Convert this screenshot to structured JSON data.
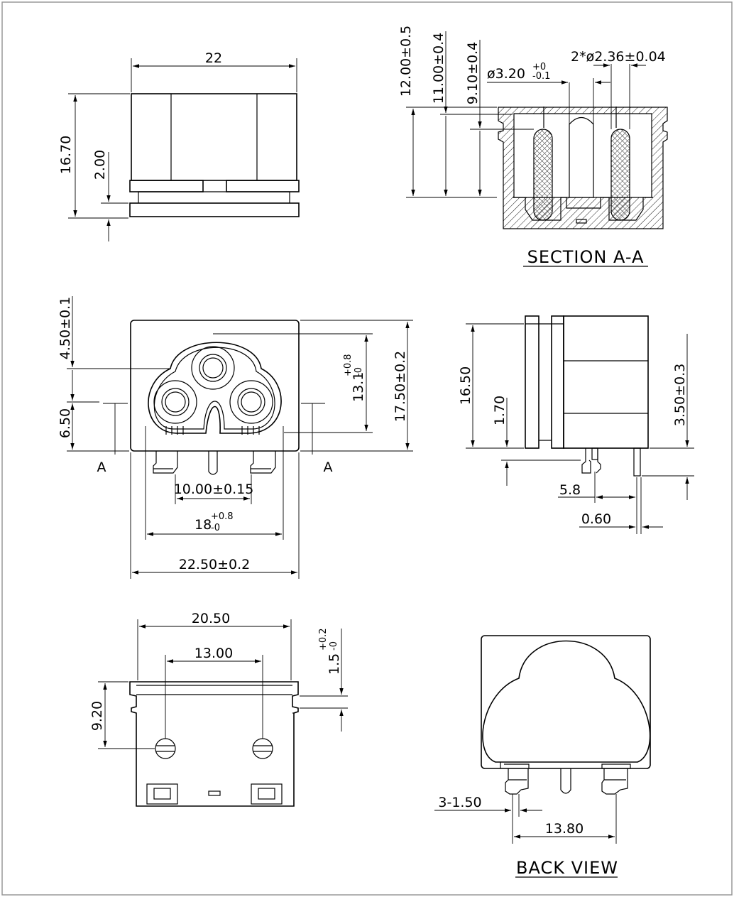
{
  "top_view": {
    "width_dim": "22",
    "height_dim": "16.70",
    "flange_dim": "2.00"
  },
  "section": {
    "title": "SECTION A-A",
    "dim_12": "12.00±0.5",
    "dim_11": "11.00±0.4",
    "dim_9": "9.10±0.4",
    "dim_dia_main": "ø3.20",
    "dim_dia_tol_top": "+0",
    "dim_dia_tol_bot": "-0.1",
    "dim_pin": "2*ø2.36±0.04"
  },
  "front_view": {
    "dim_450": "4.50±0.1",
    "dim_650": "6.50",
    "dim_131_main": "13.1",
    "dim_131_tol_top": "+0.8",
    "dim_131_tol_bot": "-0",
    "dim_1750": "17.50±0.2",
    "dim_1000": "10.00±0.15",
    "dim_18_main": "18",
    "dim_18_tol_top": "+0.8",
    "dim_18_tol_bot": "-0",
    "dim_2250": "22.50±0.2",
    "section_mark_left": "A",
    "section_mark_right": "A"
  },
  "side_view": {
    "dim_1650": "16.50",
    "dim_170": "1.70",
    "dim_350": "3.50±0.3",
    "dim_58": "5.8",
    "dim_060": "0.60"
  },
  "bottom_view": {
    "dim_2050": "20.50",
    "dim_1300": "13.00",
    "dim_920": "9.20",
    "dim_15_main": "1.5",
    "dim_15_tol_top": "+0.2",
    "dim_15_tol_bot": "-0"
  },
  "back_view": {
    "title": "BACK VIEW",
    "dim_150": "3-1.50",
    "dim_1380": "13.80"
  }
}
